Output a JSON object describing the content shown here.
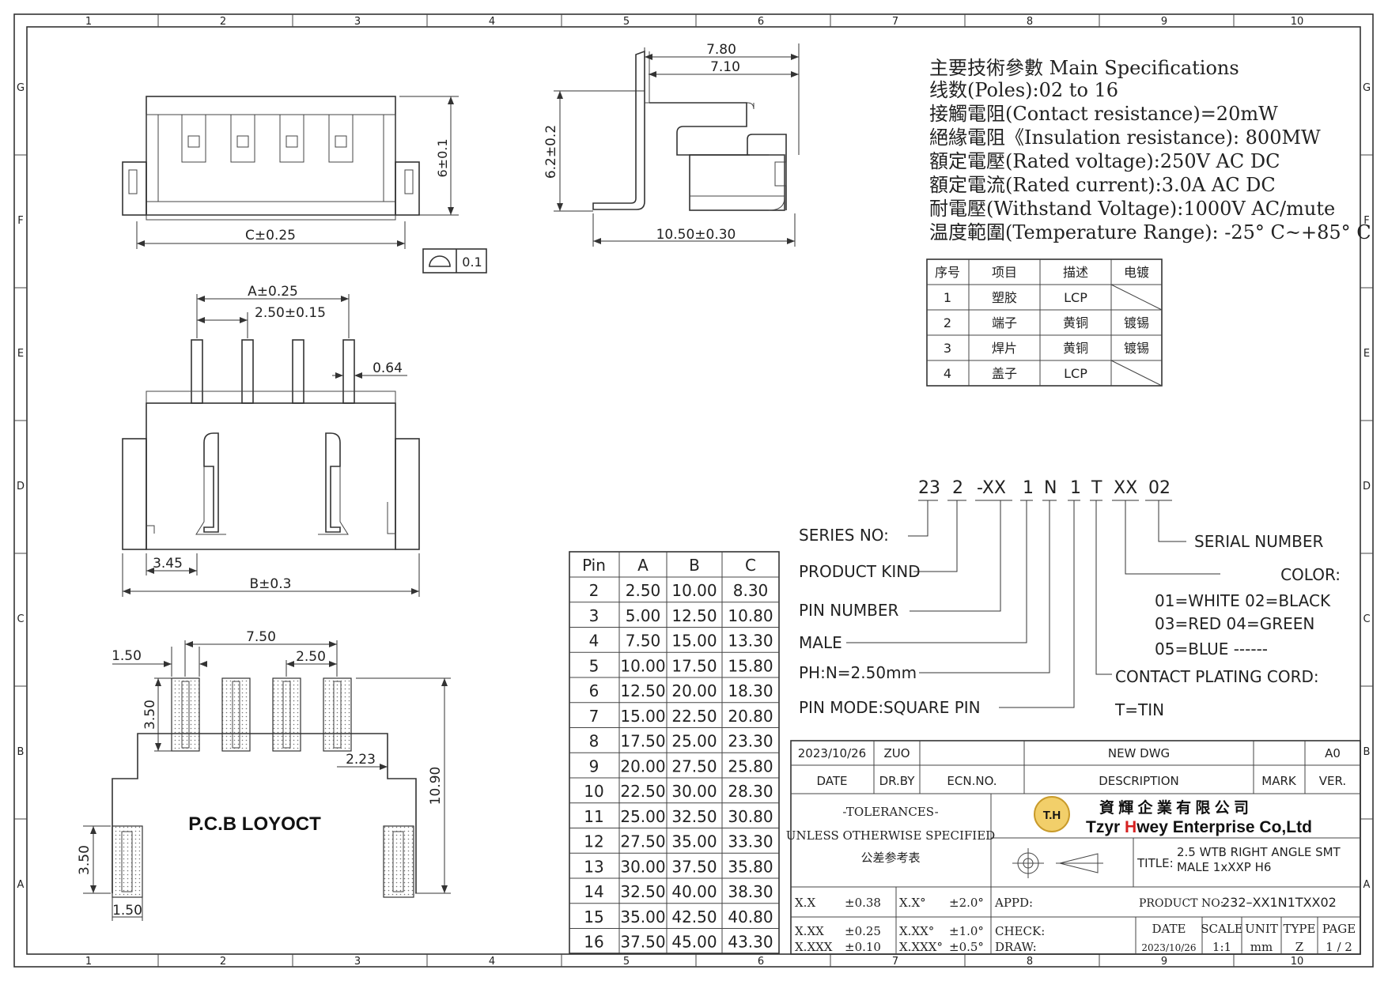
{
  "border": {
    "columns": [
      "1",
      "2",
      "3",
      "4",
      "5",
      "6",
      "7",
      "8",
      "9",
      "10"
    ],
    "rows": [
      "G",
      "F",
      "E",
      "D",
      "C",
      "B",
      "A"
    ]
  },
  "top_view": {
    "dim_height": "6±0.1",
    "dim_c": "C±0.25",
    "flatness": "0.1"
  },
  "side_view": {
    "dim_780": "7.80",
    "dim_710": "7.10",
    "dim_height": "6.2±0.2",
    "dim_length": "10.50±0.30"
  },
  "front_view": {
    "dim_a": "A±0.25",
    "dim_pitch": "2.50±0.15",
    "dim_pin": "0.64",
    "dim_345": "3.45",
    "dim_b": "B±0.3"
  },
  "pcb": {
    "title": "P.C.B LOYOCT",
    "dim_150_top": "1.50",
    "dim_750": "7.50",
    "dim_250": "2.50",
    "dim_350_top": "3.50",
    "dim_223": "2.23",
    "dim_1090": "10.90",
    "dim_350_side": "3.50",
    "dim_150_bottom": "1.50"
  },
  "specs": {
    "title": "主要技術參數 Main Specifications",
    "lines": [
      "线数(Poles):02 to 16",
      "接觸電阻(Contact resistance)=20mW",
      "絕緣電阻《Insulation resistance): 800MW",
      "額定電壓(Rated voltage):250V AC DC",
      "額定電流(Rated current):3.0A AC DC",
      "耐電壓(Withstand Voltage):1000V AC/mute",
      "温度範圍(Temperature Range): -25° C~+85° C"
    ]
  },
  "material_table": {
    "headers": [
      "序号",
      "项目",
      "描述",
      "电镀"
    ],
    "rows": [
      [
        "1",
        "塑胶",
        "LCP",
        ""
      ],
      [
        "2",
        "端子",
        "黄铜",
        "镀锡"
      ],
      [
        "3",
        "焊片",
        "黄铜",
        "镀锡"
      ],
      [
        "4",
        "盖子",
        "LCP",
        ""
      ]
    ]
  },
  "part_code": {
    "parts": [
      "23",
      "2",
      "-XX",
      "1",
      "N",
      "1",
      "T",
      "XX",
      "02"
    ],
    "labels": {
      "series": "SERIES  NO:",
      "kind": "PRODUCT  KIND",
      "pin_number": "PIN  NUMBER",
      "male": "MALE",
      "ph": "PH:N=2.50mm",
      "pin_mode": "PIN  MODE:SQUARE  PIN",
      "serial": "SERIAL  NUMBER",
      "color": "COLOR:",
      "color1": "01=WHITE  02=BLACK",
      "color2": "03=RED     04=GREEN",
      "color3": "05=BLUE   ------",
      "plating": "CONTACT  PLATING  CORD:",
      "tin": "T=TIN"
    }
  },
  "pin_table": {
    "headers": [
      "Pin",
      "A",
      "B",
      "C"
    ],
    "rows": [
      [
        "2",
        "2.50",
        "10.00",
        "8.30"
      ],
      [
        "3",
        "5.00",
        "12.50",
        "10.80"
      ],
      [
        "4",
        "7.50",
        "15.00",
        "13.30"
      ],
      [
        "5",
        "10.00",
        "17.50",
        "15.80"
      ],
      [
        "6",
        "12.50",
        "20.00",
        "18.30"
      ],
      [
        "7",
        "15.00",
        "22.50",
        "20.80"
      ],
      [
        "8",
        "17.50",
        "25.00",
        "23.30"
      ],
      [
        "9",
        "20.00",
        "27.50",
        "25.80"
      ],
      [
        "10",
        "22.50",
        "30.00",
        "28.30"
      ],
      [
        "11",
        "25.00",
        "32.50",
        "30.80"
      ],
      [
        "12",
        "27.50",
        "35.00",
        "33.30"
      ],
      [
        "13",
        "30.00",
        "37.50",
        "35.80"
      ],
      [
        "14",
        "32.50",
        "40.00",
        "38.30"
      ],
      [
        "15",
        "35.00",
        "42.50",
        "40.80"
      ],
      [
        "16",
        "37.50",
        "45.00",
        "43.30"
      ]
    ]
  },
  "title_block": {
    "rev_date": "2023/10/26",
    "rev_by": "ZUO",
    "rev_desc": "NEW  DWG",
    "rev_ver": "A0",
    "h_date": "DATE",
    "h_drby": "DR.BY",
    "h_ecn": "ECN.NO.",
    "h_desc": "DESCRIPTION",
    "h_mark": "MARK",
    "h_ver": "VER.",
    "tol_title": "-TOLERANCES-",
    "tol_sub": "UNLESS OTHERWISE SPECIFIED",
    "tol_cn": "公差参考表",
    "logo_text": "T.H",
    "company_cn": "資 輝 企 業 有 限 公 司",
    "company_en_1": "Tzyr ",
    "company_en_h": "H",
    "company_en_2": "wey Enterprise Co,Ltd",
    "title_label": "TITLE:",
    "title_1": "2.5 WTB RIGHT ANGLE SMT",
    "title_2": "MALE 1xXXP H6",
    "tol_rows": [
      [
        "X.X",
        "±0.38",
        "X.X°",
        "±2.0°"
      ],
      [
        "X.XX",
        "±0.25",
        "X.XX°",
        "±1.0°"
      ],
      [
        "X.XXX",
        "±0.10",
        "X.XXX°",
        "±0.5°"
      ]
    ],
    "appd": "APPD:",
    "check": "CHECK:",
    "draw": "DRAW:",
    "pn_label": "PRODUCT NO:",
    "pn": "232–XX1N1TXX02",
    "h_date2": "DATE",
    "h_scale": "SCALE",
    "h_unit": "UNIT",
    "h_type": "TYPE",
    "h_page": "PAGE",
    "date2": "2023/10/26",
    "scale": "1:1",
    "unit": "mm",
    "type": "Z",
    "page": "1 / 2"
  },
  "colors": {
    "line": "#333333",
    "accent_red": "#d62020",
    "logo_gold": "#e0b040"
  }
}
